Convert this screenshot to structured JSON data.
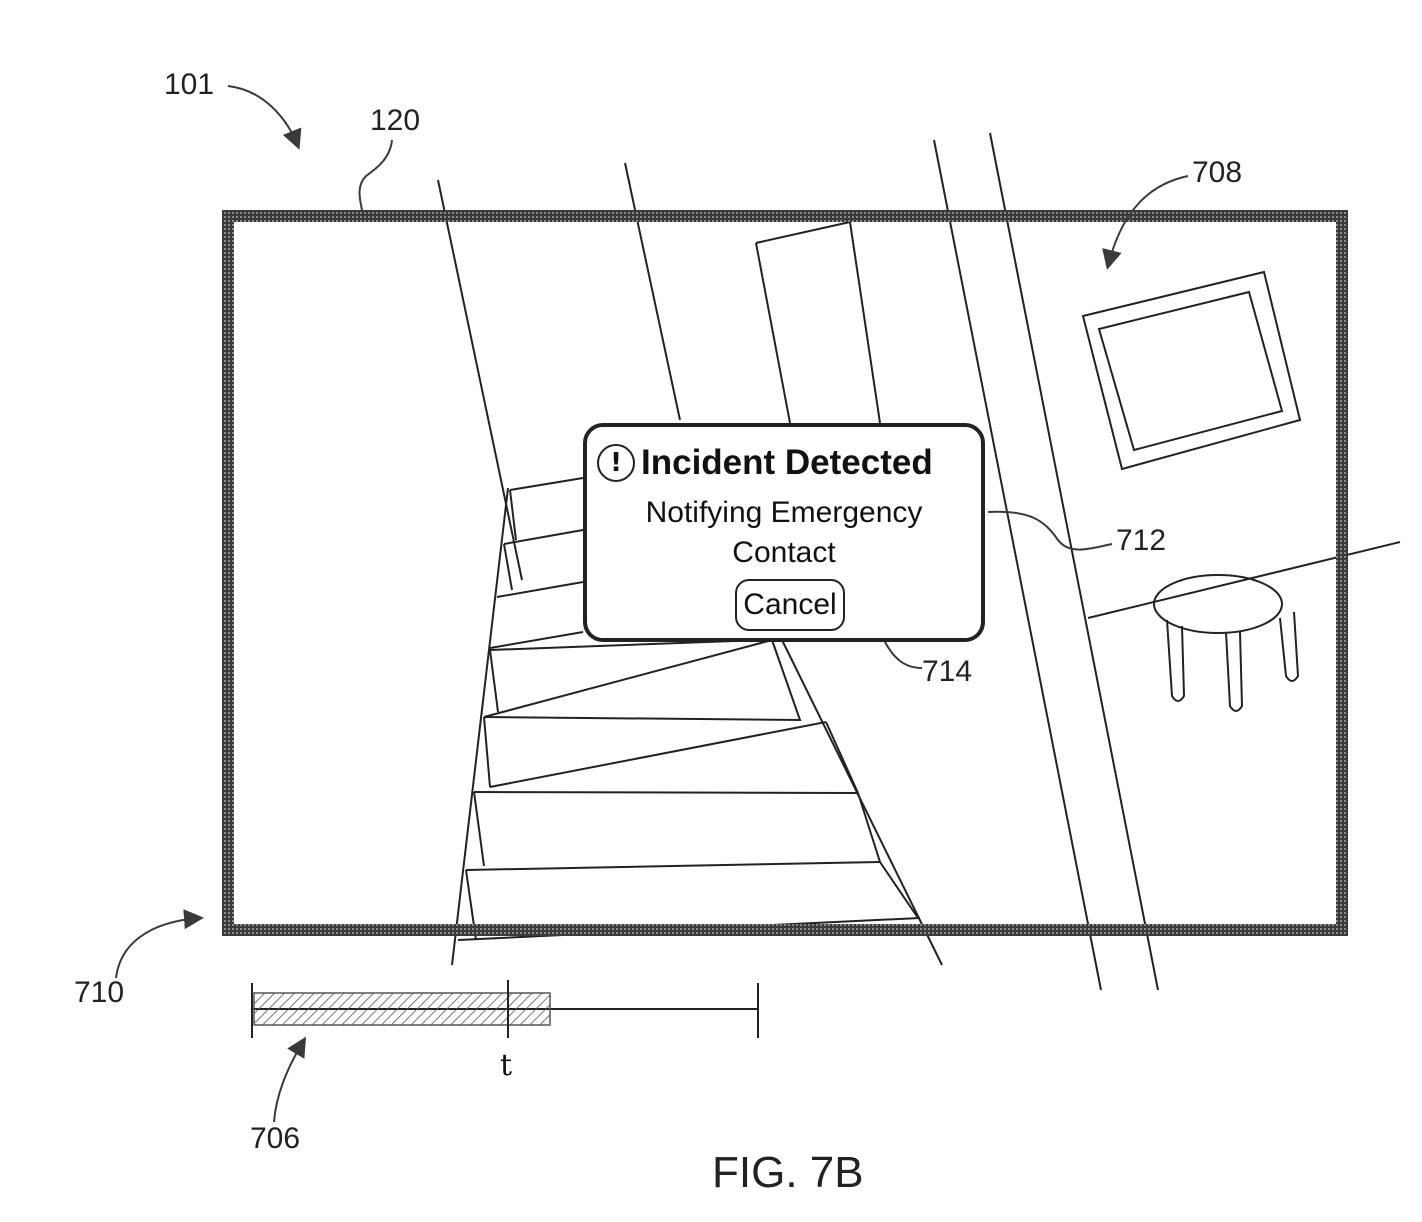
{
  "reference_numerals": {
    "device": "101",
    "display": "120",
    "scene": "708",
    "notification": "712",
    "cancel_control": "714",
    "video_frame": "710",
    "timeline": "706"
  },
  "notification": {
    "icon": "!",
    "title": "Incident Detected",
    "message_line1": "Notifying Emergency",
    "message_line2": "Contact",
    "cancel_label": "Cancel"
  },
  "timeline": {
    "marker_label": "t",
    "progress": 0.59
  },
  "caption": "FIG. 7B"
}
